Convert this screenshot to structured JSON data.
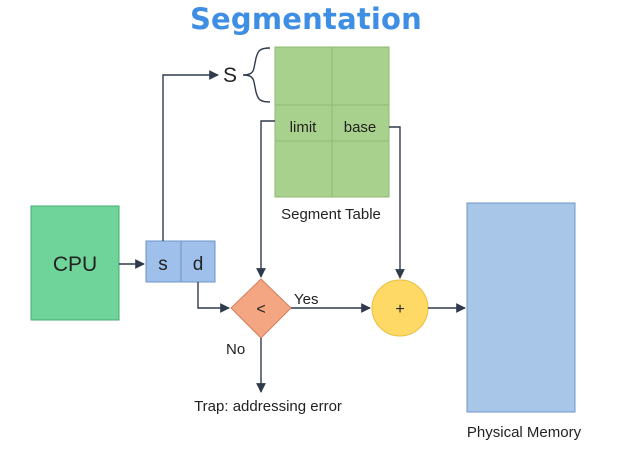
{
  "title": "Segmentation",
  "nodes": {
    "cpu": {
      "label": "CPU"
    },
    "logical_address": {
      "s": "s",
      "d": "d"
    },
    "segment_selector": {
      "label": "S"
    },
    "segment_table": {
      "caption": "Segment Table",
      "col_limit": "limit",
      "col_base": "base"
    },
    "comparator": {
      "label": "<"
    },
    "adder": {
      "label": "+"
    },
    "physical_memory": {
      "caption": "Physical Memory"
    },
    "trap": {
      "label": "Trap: addressing error"
    }
  },
  "edges": {
    "yes_label": "Yes",
    "no_label": "No"
  },
  "colors": {
    "title": "#3e8ee3",
    "cpu_fill": "#6fd49a",
    "address_fill": "#9ec0ea",
    "table_fill": "#a9d18e",
    "comparator_fill": "#f4a582",
    "adder_fill": "#ffd966",
    "memory_fill": "#a8c6e8",
    "line": "#2f3b4c"
  }
}
